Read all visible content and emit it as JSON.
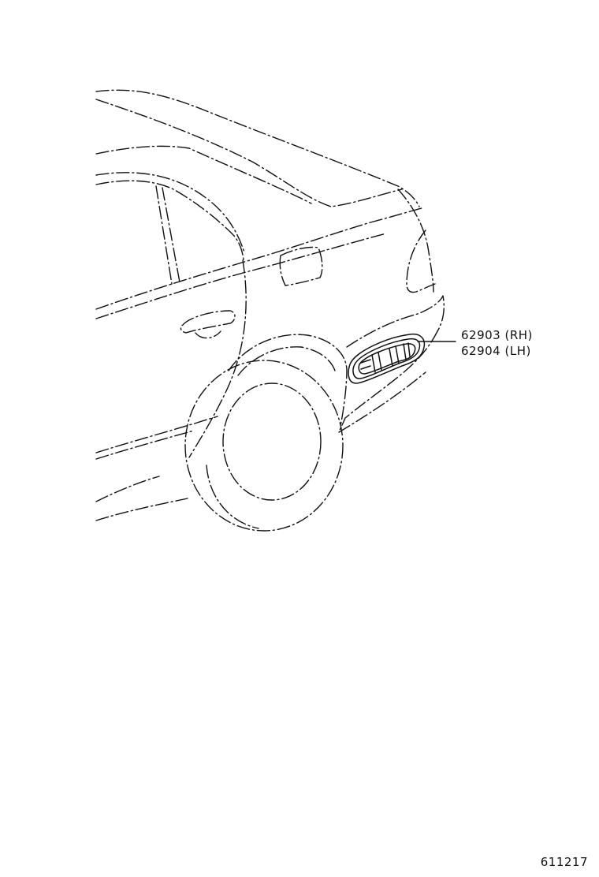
{
  "parts": [
    {
      "number": "62903",
      "side": "(RH)"
    },
    {
      "number": "62904",
      "side": "(LH)"
    }
  ],
  "illustration_id": "611217",
  "colors": {
    "line": "#111111",
    "background": "#ffffff"
  }
}
